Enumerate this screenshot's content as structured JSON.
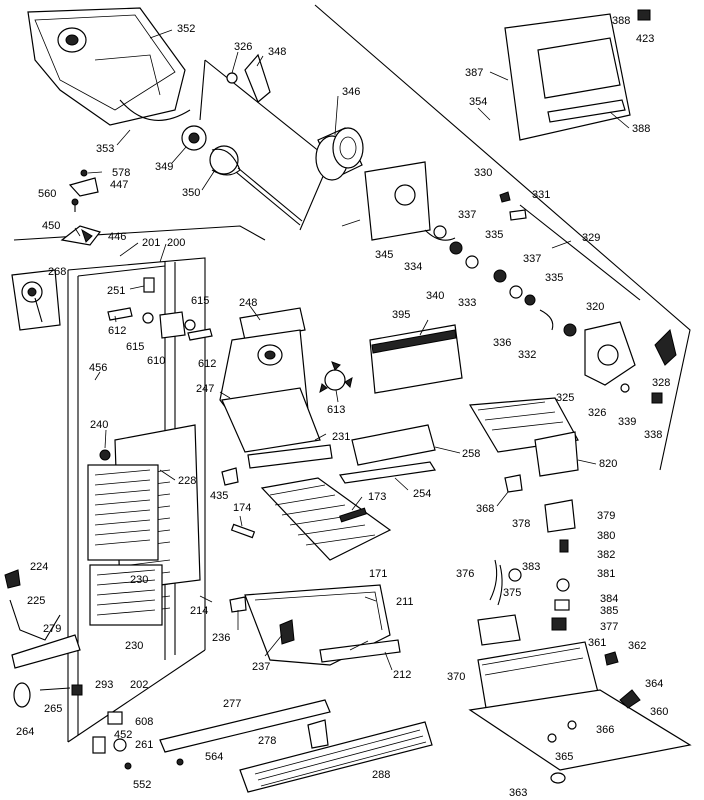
{
  "diagram": {
    "labels": {
      "l352": "352",
      "l326a": "326",
      "l348": "348",
      "l346": "346",
      "l353": "353",
      "l349": "349",
      "l350": "350",
      "l578": "578",
      "l447": "447",
      "l560": "560",
      "l450": "450",
      "l446": "446",
      "l201": "201",
      "l200": "200",
      "l268": "268",
      "l251": "251",
      "l612a": "612",
      "l615a": "615",
      "l610": "610",
      "l615b": "615",
      "l612b": "612",
      "l248": "248",
      "l456": "456",
      "l247": "247",
      "l613": "613",
      "l240": "240",
      "l228": "228",
      "l435": "435",
      "l231": "231",
      "l174": "174",
      "l173": "173",
      "l171": "171",
      "l230a": "230",
      "l224": "224",
      "l225": "225",
      "l279": "279",
      "l214": "214",
      "l230b": "230",
      "l211": "211",
      "l236": "236",
      "l237": "237",
      "l212": "212",
      "l293": "293",
      "l202": "202",
      "l265": "265",
      "l264": "264",
      "l608": "608",
      "l452": "452",
      "l261": "261",
      "l552": "552",
      "l564": "564",
      "l277": "277",
      "l278": "278",
      "l288": "288",
      "l387": "387",
      "l388a": "388",
      "l423": "423",
      "l354": "354",
      "l388b": "388",
      "l330": "330",
      "l331": "331",
      "l337a": "337",
      "l329": "329",
      "l345": "345",
      "l334": "334",
      "l335a": "335",
      "l340": "340",
      "l333": "333",
      "l337b": "337",
      "l335b": "335",
      "l320": "320",
      "l336": "336",
      "l332": "332",
      "l395": "395",
      "l328": "328",
      "l325": "325",
      "l326b": "326",
      "l339": "339",
      "l338": "338",
      "l258": "258",
      "l820": "820",
      "l254": "254",
      "l368": "368",
      "l378": "378",
      "l379": "379",
      "l380": "380",
      "l382": "382",
      "l376": "376",
      "l383": "383",
      "l381": "381",
      "l375": "375",
      "l384": "384",
      "l385": "385",
      "l377": "377",
      "l361": "361",
      "l362": "362",
      "l370": "370",
      "l364": "364",
      "l360": "360",
      "l366": "366",
      "l365": "365",
      "l363": "363"
    }
  }
}
